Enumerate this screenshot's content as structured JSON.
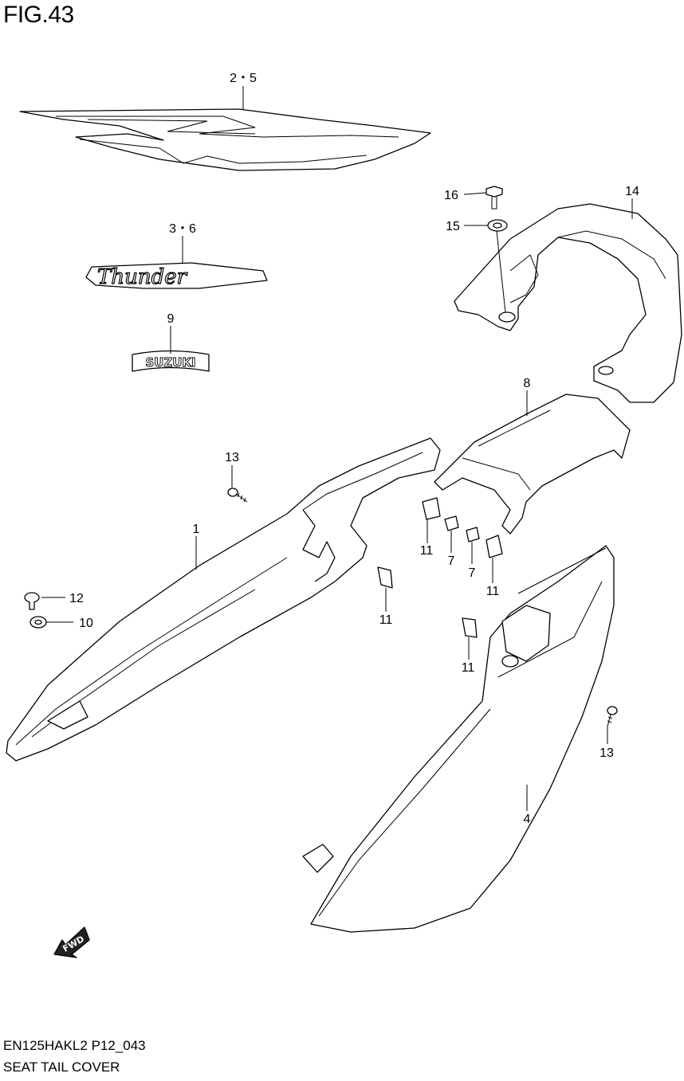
{
  "figure_title": "FIG.43",
  "footer": {
    "model_code": "EN125HAKL2 P12_043",
    "section_name": "SEAT TAIL COVER"
  },
  "fwd_label": "FWD",
  "emblem_text": "SUZUKI",
  "callouts": [
    {
      "id": "2-5",
      "text": "2・5"
    },
    {
      "id": "3-6",
      "text": "3・6"
    },
    {
      "id": "9",
      "text": "9"
    },
    {
      "id": "16",
      "text": "16"
    },
    {
      "id": "15",
      "text": "15"
    },
    {
      "id": "14",
      "text": "14"
    },
    {
      "id": "8",
      "text": "8"
    },
    {
      "id": "13a",
      "text": "13"
    },
    {
      "id": "1",
      "text": "1"
    },
    {
      "id": "12",
      "text": "12"
    },
    {
      "id": "10",
      "text": "10"
    },
    {
      "id": "11a",
      "text": "11"
    },
    {
      "id": "11b",
      "text": "11"
    },
    {
      "id": "7a",
      "text": "7"
    },
    {
      "id": "7b",
      "text": "7"
    },
    {
      "id": "11c",
      "text": "11"
    },
    {
      "id": "11d",
      "text": "11"
    },
    {
      "id": "13b",
      "text": "13"
    },
    {
      "id": "4",
      "text": "4"
    }
  ]
}
